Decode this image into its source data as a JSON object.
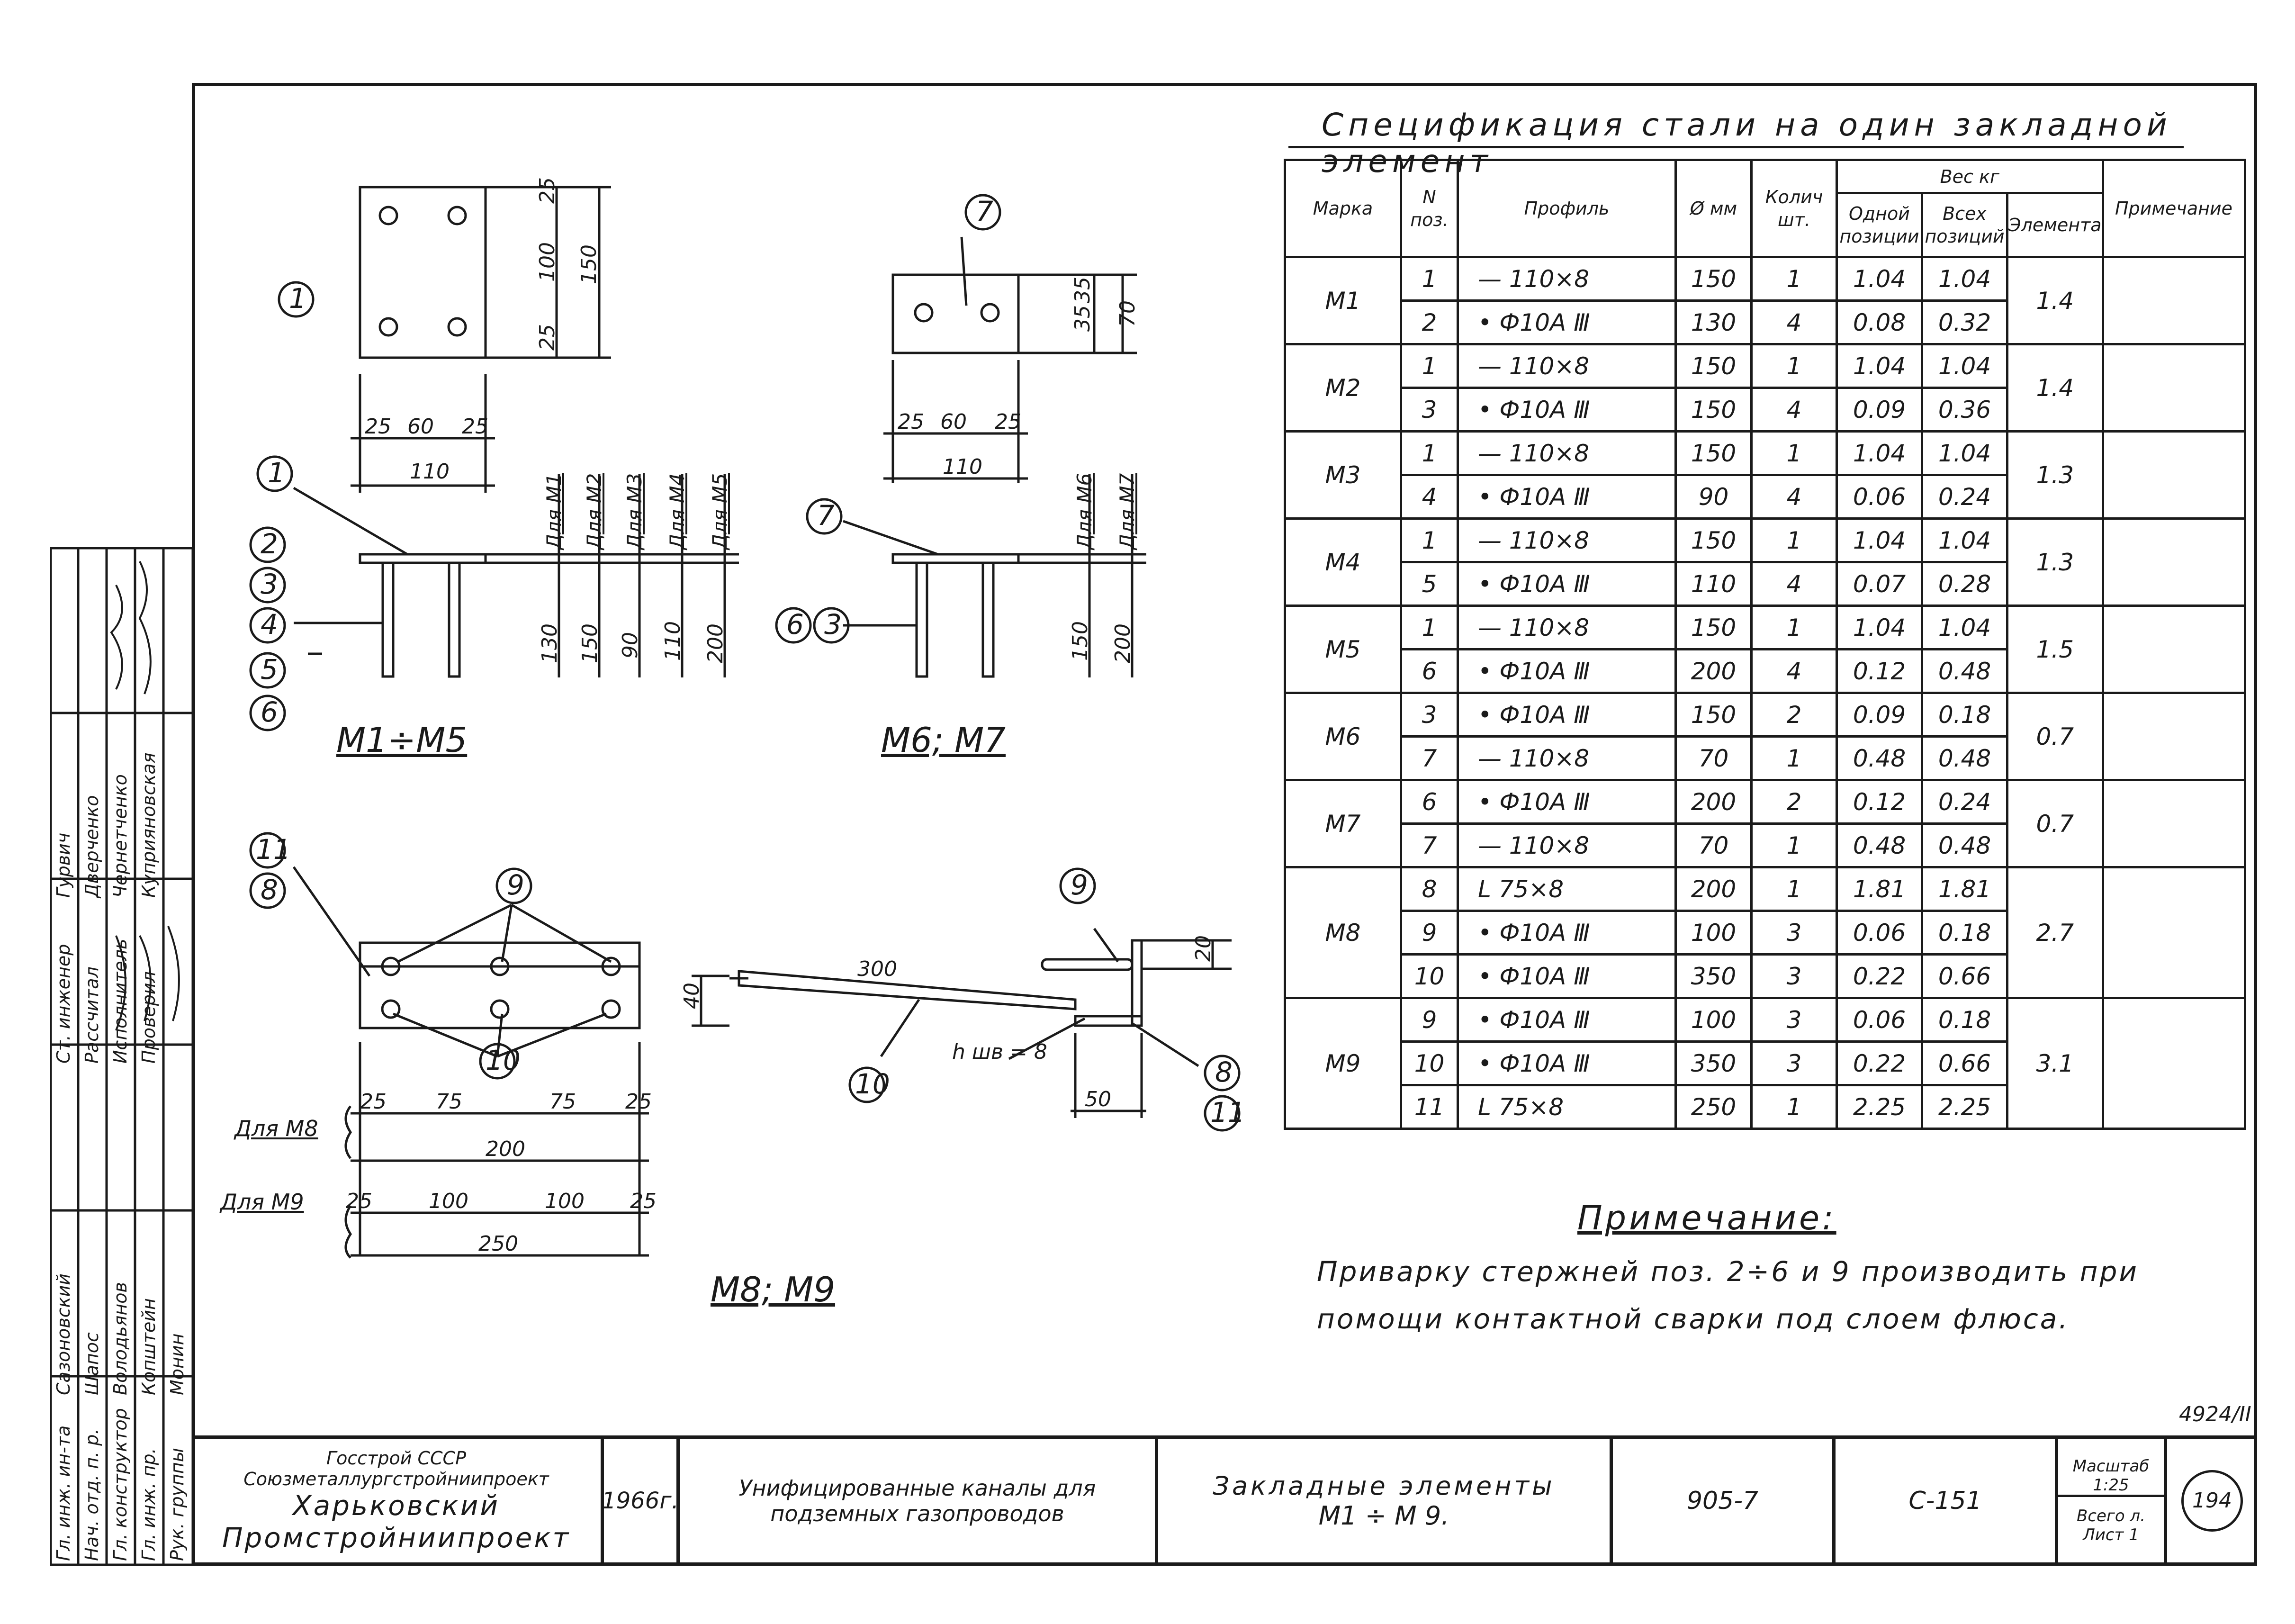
{
  "spec": {
    "title": "Спецификация стали на один закладной элемент",
    "headers": {
      "marka": "Марка",
      "npos": "N поз.",
      "profile": "Профиль",
      "diam": "Ø мм",
      "qty": "Колич шт.",
      "weight": "Вес кг",
      "w_one": "Одной позиции",
      "w_all": "Всех позиций",
      "w_elem": "Элемента",
      "note": "Примечание"
    },
    "groups": [
      {
        "mark": "М1",
        "elem": "1.4",
        "rows": [
          {
            "pos": "1",
            "prof": "— 110×8",
            "d": "150",
            "q": "1",
            "w1": "1.04",
            "wa": "1.04"
          },
          {
            "pos": "2",
            "prof": "• Ф10А Ⅲ",
            "d": "130",
            "q": "4",
            "w1": "0.08",
            "wa": "0.32"
          }
        ]
      },
      {
        "mark": "М2",
        "elem": "1.4",
        "rows": [
          {
            "pos": "1",
            "prof": "— 110×8",
            "d": "150",
            "q": "1",
            "w1": "1.04",
            "wa": "1.04"
          },
          {
            "pos": "3",
            "prof": "• Ф10А Ⅲ",
            "d": "150",
            "q": "4",
            "w1": "0.09",
            "wa": "0.36"
          }
        ]
      },
      {
        "mark": "М3",
        "elem": "1.3",
        "rows": [
          {
            "pos": "1",
            "prof": "— 110×8",
            "d": "150",
            "q": "1",
            "w1": "1.04",
            "wa": "1.04"
          },
          {
            "pos": "4",
            "prof": "• Ф10А Ⅲ",
            "d": "90",
            "q": "4",
            "w1": "0.06",
            "wa": "0.24"
          }
        ]
      },
      {
        "mark": "М4",
        "elem": "1.3",
        "rows": [
          {
            "pos": "1",
            "prof": "— 110×8",
            "d": "150",
            "q": "1",
            "w1": "1.04",
            "wa": "1.04"
          },
          {
            "pos": "5",
            "prof": "• Ф10А Ⅲ",
            "d": "110",
            "q": "4",
            "w1": "0.07",
            "wa": "0.28"
          }
        ]
      },
      {
        "mark": "М5",
        "elem": "1.5",
        "rows": [
          {
            "pos": "1",
            "prof": "— 110×8",
            "d": "150",
            "q": "1",
            "w1": "1.04",
            "wa": "1.04"
          },
          {
            "pos": "6",
            "prof": "• Ф10А Ⅲ",
            "d": "200",
            "q": "4",
            "w1": "0.12",
            "wa": "0.48"
          }
        ]
      },
      {
        "mark": "М6",
        "elem": "0.7",
        "rows": [
          {
            "pos": "3",
            "prof": "• Ф10А Ⅲ",
            "d": "150",
            "q": "2",
            "w1": "0.09",
            "wa": "0.18"
          },
          {
            "pos": "7",
            "prof": "— 110×8",
            "d": "70",
            "q": "1",
            "w1": "0.48",
            "wa": "0.48"
          }
        ]
      },
      {
        "mark": "М7",
        "elem": "0.7",
        "rows": [
          {
            "pos": "6",
            "prof": "• Ф10А Ⅲ",
            "d": "200",
            "q": "2",
            "w1": "0.12",
            "wa": "0.24"
          },
          {
            "pos": "7",
            "prof": "— 110×8",
            "d": "70",
            "q": "1",
            "w1": "0.48",
            "wa": "0.48"
          }
        ]
      },
      {
        "mark": "М8",
        "elem": "2.7",
        "rows": [
          {
            "pos": "8",
            "prof": "L 75×8",
            "d": "200",
            "q": "1",
            "w1": "1.81",
            "wa": "1.81"
          },
          {
            "pos": "9",
            "prof": "• Ф10А Ⅲ",
            "d": "100",
            "q": "3",
            "w1": "0.06",
            "wa": "0.18"
          },
          {
            "pos": "10",
            "prof": "• Ф10А Ⅲ",
            "d": "350",
            "q": "3",
            "w1": "0.22",
            "wa": "0.66"
          }
        ]
      },
      {
        "mark": "М9",
        "elem": "3.1",
        "rows": [
          {
            "pos": "9",
            "prof": "• Ф10А Ⅲ",
            "d": "100",
            "q": "3",
            "w1": "0.06",
            "wa": "0.18"
          },
          {
            "pos": "10",
            "prof": "• Ф10А Ⅲ",
            "d": "350",
            "q": "3",
            "w1": "0.22",
            "wa": "0.66"
          },
          {
            "pos": "11",
            "prof": "L 75×8",
            "d": "250",
            "q": "1",
            "w1": "2.25",
            "wa": "2.25"
          }
        ]
      }
    ]
  },
  "note": {
    "title": "Примечание:",
    "line1": "Приварку стержней поз. 2÷6 и 9 производить при",
    "line2": "помощи контактной сварки под слоем флюса."
  },
  "drawings": {
    "m1m5_label": "М1÷М5",
    "m6m7_label": "М6; М7",
    "m8m9_label": "М8; М9",
    "for_m1": "Для М1",
    "for_m2": "Для М2",
    "for_m3": "Для М3",
    "for_m4": "Для М4",
    "for_m5": "Для М5",
    "for_m6": "Для М6",
    "for_m7": "Для М7",
    "for_m8": "Для М8",
    "for_m9": "Для М9",
    "weld": "h шв = 8"
  },
  "title_block": {
    "org1": "Госстрой СССР",
    "org2": "Союзметаллургстройниипроект",
    "org3": "Харьковский",
    "org4": "Промстройниипроект",
    "year": "1966г.",
    "project": "Унифицированные каналы для подземных газопроводов",
    "sheet_title1": "Закладные элементы",
    "sheet_title2": "М1 ÷ М 9.",
    "series": "905-7",
    "code": "С-151",
    "scale_label": "Масштаб",
    "scale": "1:25",
    "sheets_total": "Всего л.",
    "sheet": "Лист 1",
    "page": "194",
    "archive": "4924/II"
  },
  "side_stamp": {
    "roles1": [
      "Гл. инж. ин-та",
      "Нач. отд. п. р.",
      "Гл. конструктор",
      "Гл. инж. пр.",
      "Рук. группы"
    ],
    "names1": [
      "Сазоновский",
      "Шапос",
      "Володьянов",
      "Копштейн",
      "Монин"
    ],
    "roles2": [
      "Ст. инженер",
      "Рассчитал",
      "Исполнитель",
      "Проверил"
    ],
    "names2": [
      "Гурвич",
      "Дверченко",
      "Чернетченко",
      "Куприяновская"
    ]
  }
}
